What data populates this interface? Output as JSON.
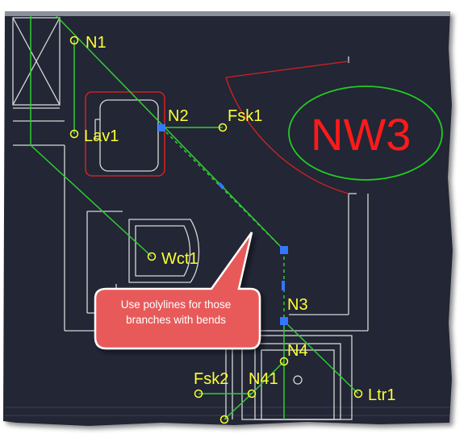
{
  "zone": {
    "label": "NW3"
  },
  "nodes": {
    "n1": "N1",
    "n2": "N2",
    "n3": "N3",
    "n4": "N4",
    "n41": "N41",
    "lav1": "Lav1",
    "fsk1": "Fsk1",
    "wct1": "Wct1",
    "fsk2": "Fsk2",
    "ltr1": "Ltr1"
  },
  "callout": {
    "line1": "Use polylines for those",
    "line2": "branches with bends"
  },
  "colors": {
    "background": "#212836",
    "pipe": "#33cc33",
    "node_marker": "#ffff33",
    "fixture_outline": "#d8d8d8",
    "zone_text": "#ff1a1a",
    "zone_ellipse": "#22cc22",
    "selected_fixture": "#cc2222",
    "grip": "#3377ff",
    "callout_fill": "#e85a5a",
    "callout_border": "#ffffff"
  }
}
